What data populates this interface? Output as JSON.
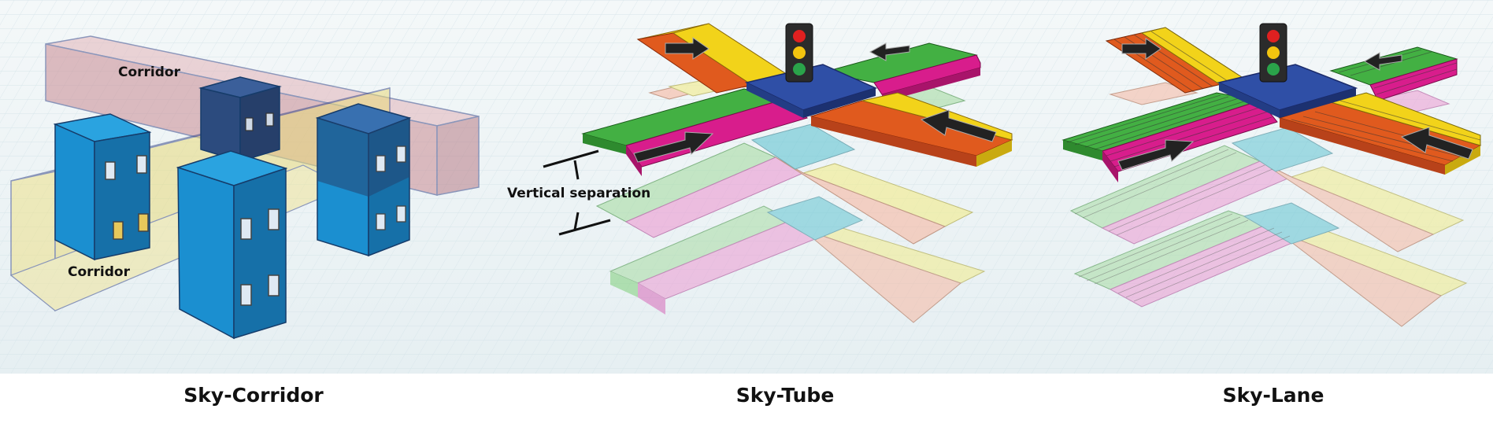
{
  "panels": {
    "sky_corridor": {
      "caption": "Sky-Corridor",
      "labels": [
        "Corridor",
        "Corridor"
      ]
    },
    "sky_tube": {
      "caption": "Sky-Tube",
      "annotation": "Vertical separation"
    },
    "sky_lane": {
      "caption": "Sky-Lane"
    }
  },
  "colors": {
    "background_grid": "#e9f1f3",
    "building_blue": "#1b8fd0",
    "corridor_pink": "#c98a92",
    "corridor_yellow": "#ede18a",
    "lane_orange": "#e05a1e",
    "lane_yellow": "#f2d31a",
    "lane_green": "#43b043",
    "lane_magenta": "#d81d8c",
    "intersection_blue": "#2f4fa6",
    "lower_cyan": "#62c4d2",
    "traffic_light_red": "#e02020",
    "traffic_light_yellow": "#f2c40f",
    "traffic_light_green": "#2aa34a"
  }
}
